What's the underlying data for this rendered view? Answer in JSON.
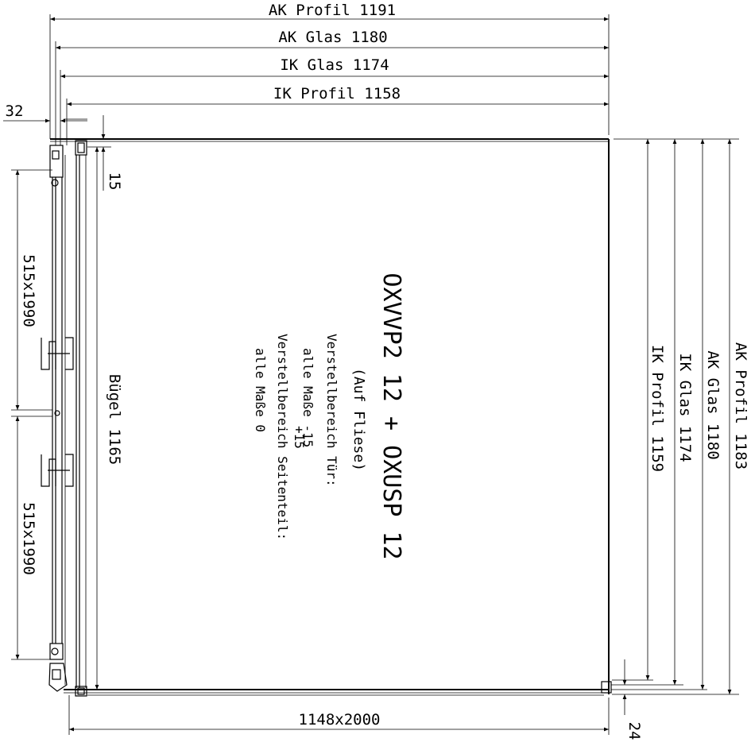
{
  "top_dimensions": {
    "ak_profil": "AK Profil 1191",
    "ak_glas": "AK Glas 1180",
    "ik_glas": "IK Glas 1174",
    "ik_profil": "IK Profil 1158",
    "offset_left": "32",
    "offset_top": "15"
  },
  "right_dimensions": {
    "ak_profil": "AK Profil 1183",
    "ak_glas": "AK Glas 1180",
    "ik_glas": "IK Glas 1174",
    "ik_profil": "IK Profil 1159"
  },
  "left_dimensions": {
    "panel_upper": "515x1990",
    "panel_lower": "515x1990"
  },
  "bottom_dimensions": {
    "width": "1148x2000",
    "offset": "24"
  },
  "buegel": "Bügel 1165",
  "center_text": {
    "title": "OXVVP2 12 + OXUSP 12",
    "subtitle": "(Auf Fliese)",
    "line1": "Verstellbereich Tür:",
    "line2": "alle Maße  -15",
    "line3": "+15",
    "line4": "Verstellbereich Seitenteil:",
    "line5": "alle Maße  0"
  }
}
